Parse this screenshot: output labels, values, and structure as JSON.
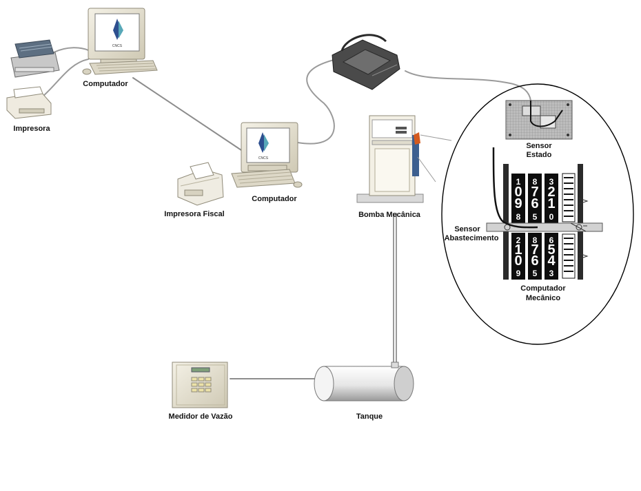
{
  "diagram": {
    "nodes": {
      "computer_top": {
        "label": "Computador",
        "screen_logo": "CNCS"
      },
      "printer": {
        "label": "Impresora"
      },
      "computer_mid": {
        "label": "Computador",
        "screen_logo": "CNCS"
      },
      "fiscal_printer": {
        "label": "Impresora Fiscal"
      },
      "pump": {
        "label": "Bomba Mecânica"
      },
      "sensor_state": {
        "label_line1": "Sensor",
        "label_line2": "Estado"
      },
      "sensor_fuel": {
        "label_line1": "Sensor",
        "label_line2": "Abastecimento"
      },
      "mech_computer": {
        "label_line1": "Computador",
        "label_line2": "Mecânico",
        "upper_wheels": [
          [
            "1",
            "0",
            "9",
            "8"
          ],
          [
            "8",
            "7",
            "6",
            "5"
          ],
          [
            "3",
            "2",
            "1",
            "0"
          ]
        ],
        "lower_wheels": [
          [
            "2",
            "1",
            "0",
            "9"
          ],
          [
            "8",
            "7",
            "6",
            "5"
          ],
          [
            "6",
            "5",
            "4",
            "3"
          ]
        ]
      },
      "flow_meter": {
        "label": "Medidor de Vazão"
      },
      "tank": {
        "label": "Tanque"
      }
    },
    "colors": {
      "cable": "#9a9a9a",
      "device_beige": "#e9e5d6",
      "device_dark": "#3c3c3c",
      "outline": "#000000",
      "wheel_black": "#0d0d0d"
    }
  }
}
